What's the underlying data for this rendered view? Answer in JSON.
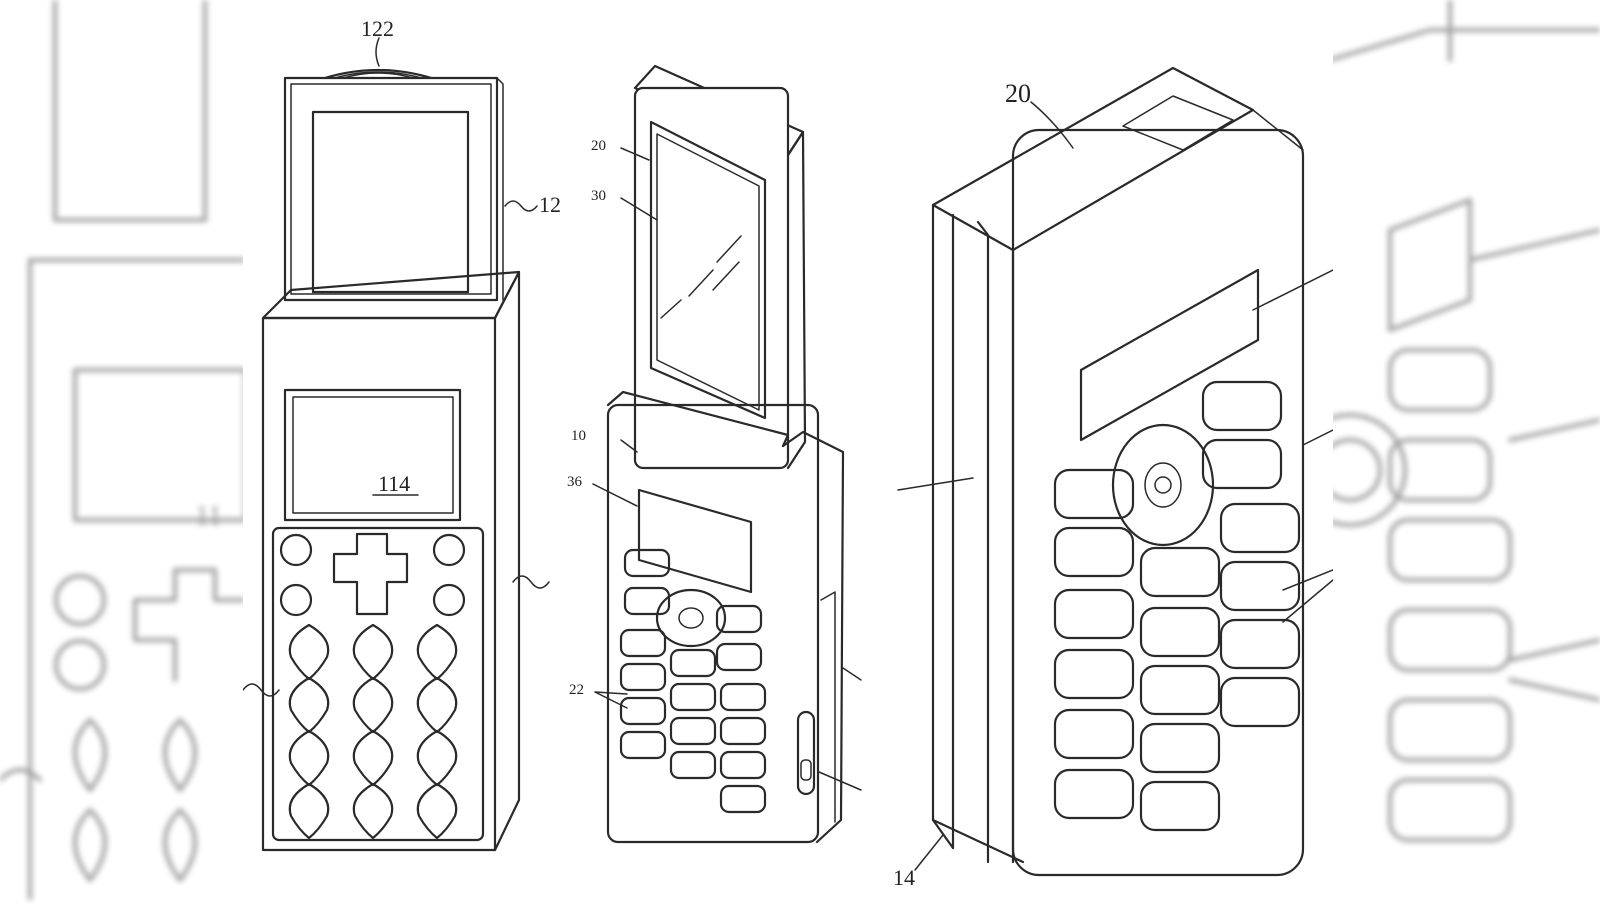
{
  "figure": {
    "background_color": "#ffffff",
    "line_color": "#2a2a2a"
  },
  "fig_left": {
    "labels": {
      "speaker": "122",
      "screen": "12",
      "display": "114"
    }
  },
  "fig_middle": {
    "labels": {
      "top_body": "20",
      "screen": "30",
      "base_body": "10",
      "sub_display": "36",
      "keys": "22"
    }
  },
  "fig_right": {
    "labels": {
      "top_body": "20",
      "bottom": "14"
    }
  },
  "background_fragment": {
    "text": "11"
  }
}
